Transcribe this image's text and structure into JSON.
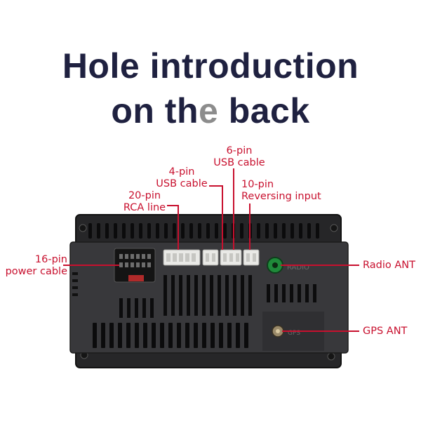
{
  "title": {
    "line1": "Hole introduction",
    "line2_pre": "on the",
    "line2_mid": "e",
    "line2_post": " back"
  },
  "labels": {
    "pin16": [
      "16-pin",
      "power cable"
    ],
    "pin20": [
      "20-pin",
      "RCA line"
    ],
    "pin4": [
      "4-pin",
      "USB cable"
    ],
    "pin6": [
      "6-pin",
      "USB cable"
    ],
    "pin10": [
      "10-pin",
      "Reversing input"
    ],
    "radio": "Radio ANT",
    "gps": "GPS ANT"
  },
  "device_marks": {
    "radio_mark": "RADIO",
    "gps_mark": "GPS"
  },
  "colors": {
    "title": "#1f2140",
    "accent": "#c8102e",
    "device": "#2b2b2e",
    "connector": "#e9e9e6",
    "radio_port": "#1f8a3a"
  }
}
